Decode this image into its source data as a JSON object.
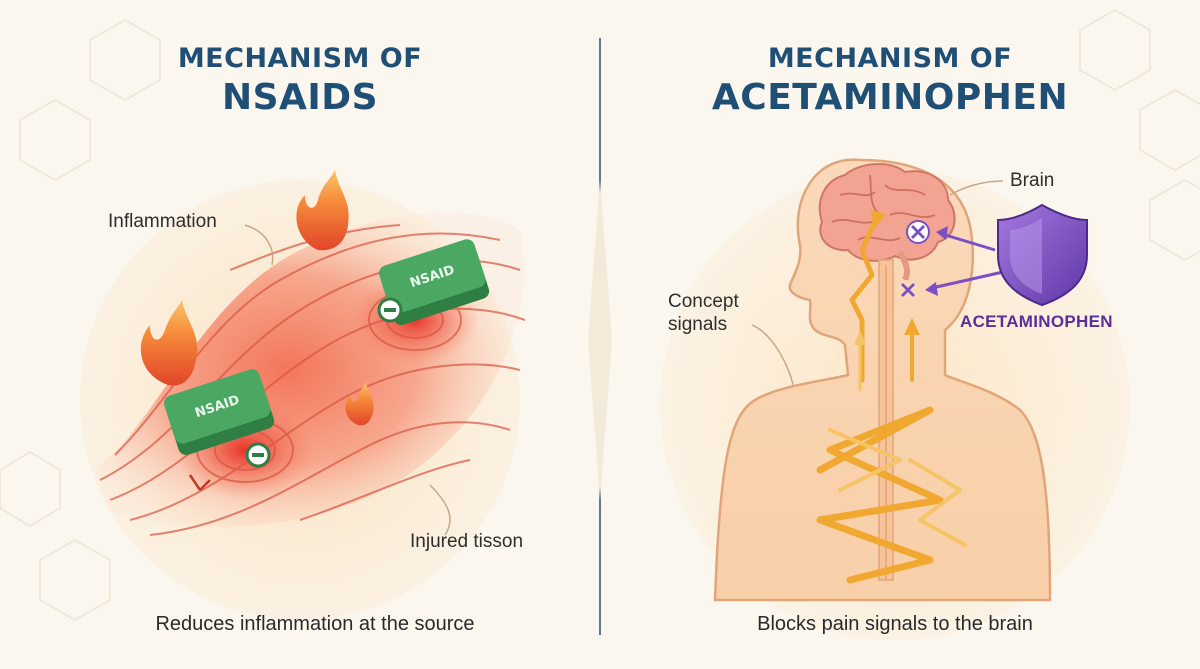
{
  "left_panel": {
    "title_line1": "MECHANISM OF",
    "title_line2": "NSAIDS",
    "labels": {
      "inflammation": "Inflammation",
      "injured_tissue": "Injured tisson"
    },
    "drug_label": "NSAID",
    "caption": "Reduces inflammation at the source"
  },
  "right_panel": {
    "title_line1": "MECHANISM OF",
    "title_line2": "ACETAMINOPHEN",
    "labels": {
      "brain": "Brain",
      "signals_line1": "Concept",
      "signals_line2": "signals"
    },
    "drug_label": "ACETAMINOPHEN",
    "caption": "Blocks pain signals to the brain"
  },
  "colors": {
    "title": "#1f4f75",
    "nsaid_green": "#3e9a55",
    "shield_purple": "#7d4fc4",
    "signal_orange": "#f0a830",
    "divider": "#5a7a9a"
  }
}
